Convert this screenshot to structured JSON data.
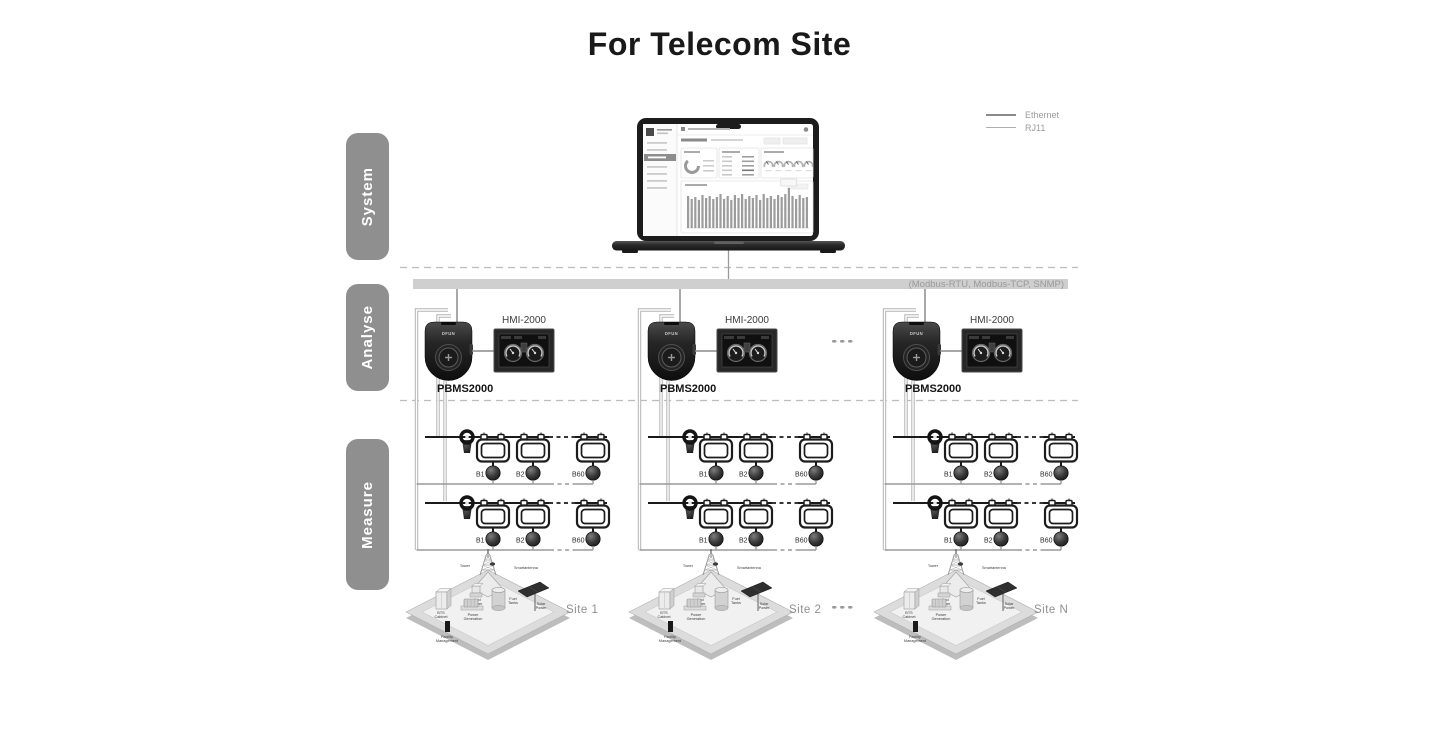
{
  "title": "For Telecom Site",
  "legend": {
    "items": [
      {
        "label": "Ethernet"
      },
      {
        "label": "RJ11"
      }
    ]
  },
  "stages": [
    {
      "label": "System"
    },
    {
      "label": "Analyse"
    },
    {
      "label": "Measure"
    }
  ],
  "bus": {
    "label": "(Modbus-RTU, Modbus-TCP, SNMP)"
  },
  "device": {
    "brand": "DFUN",
    "model": "PBMS2000"
  },
  "hmi": {
    "model": "HMI-2000"
  },
  "battery_labels": [
    "B1",
    "B2",
    "B60"
  ],
  "groups": [
    {
      "site_label": "Site 1"
    },
    {
      "site_label": "Site 2"
    },
    {
      "site_label": "Site N"
    }
  ],
  "site_components": {
    "tower": "Tower",
    "antenna": "Smartantenna",
    "bts": "BTS Cabinet",
    "grid": "Grid Power",
    "generation": "Power Generation",
    "fuel": "Fuel Tanks",
    "solar": "Solar Power",
    "facility": "Facility Management"
  },
  "colors": {
    "stage_pill": "#8f8f8f",
    "bus_bar": "#cfcfcf",
    "ethernet_line": "#8a8a8a",
    "rj11_line": "#b0b0b0",
    "device_body": "#1f1f1f",
    "string_line": "#1a1a1a",
    "return_line": "#9a9a9a"
  }
}
